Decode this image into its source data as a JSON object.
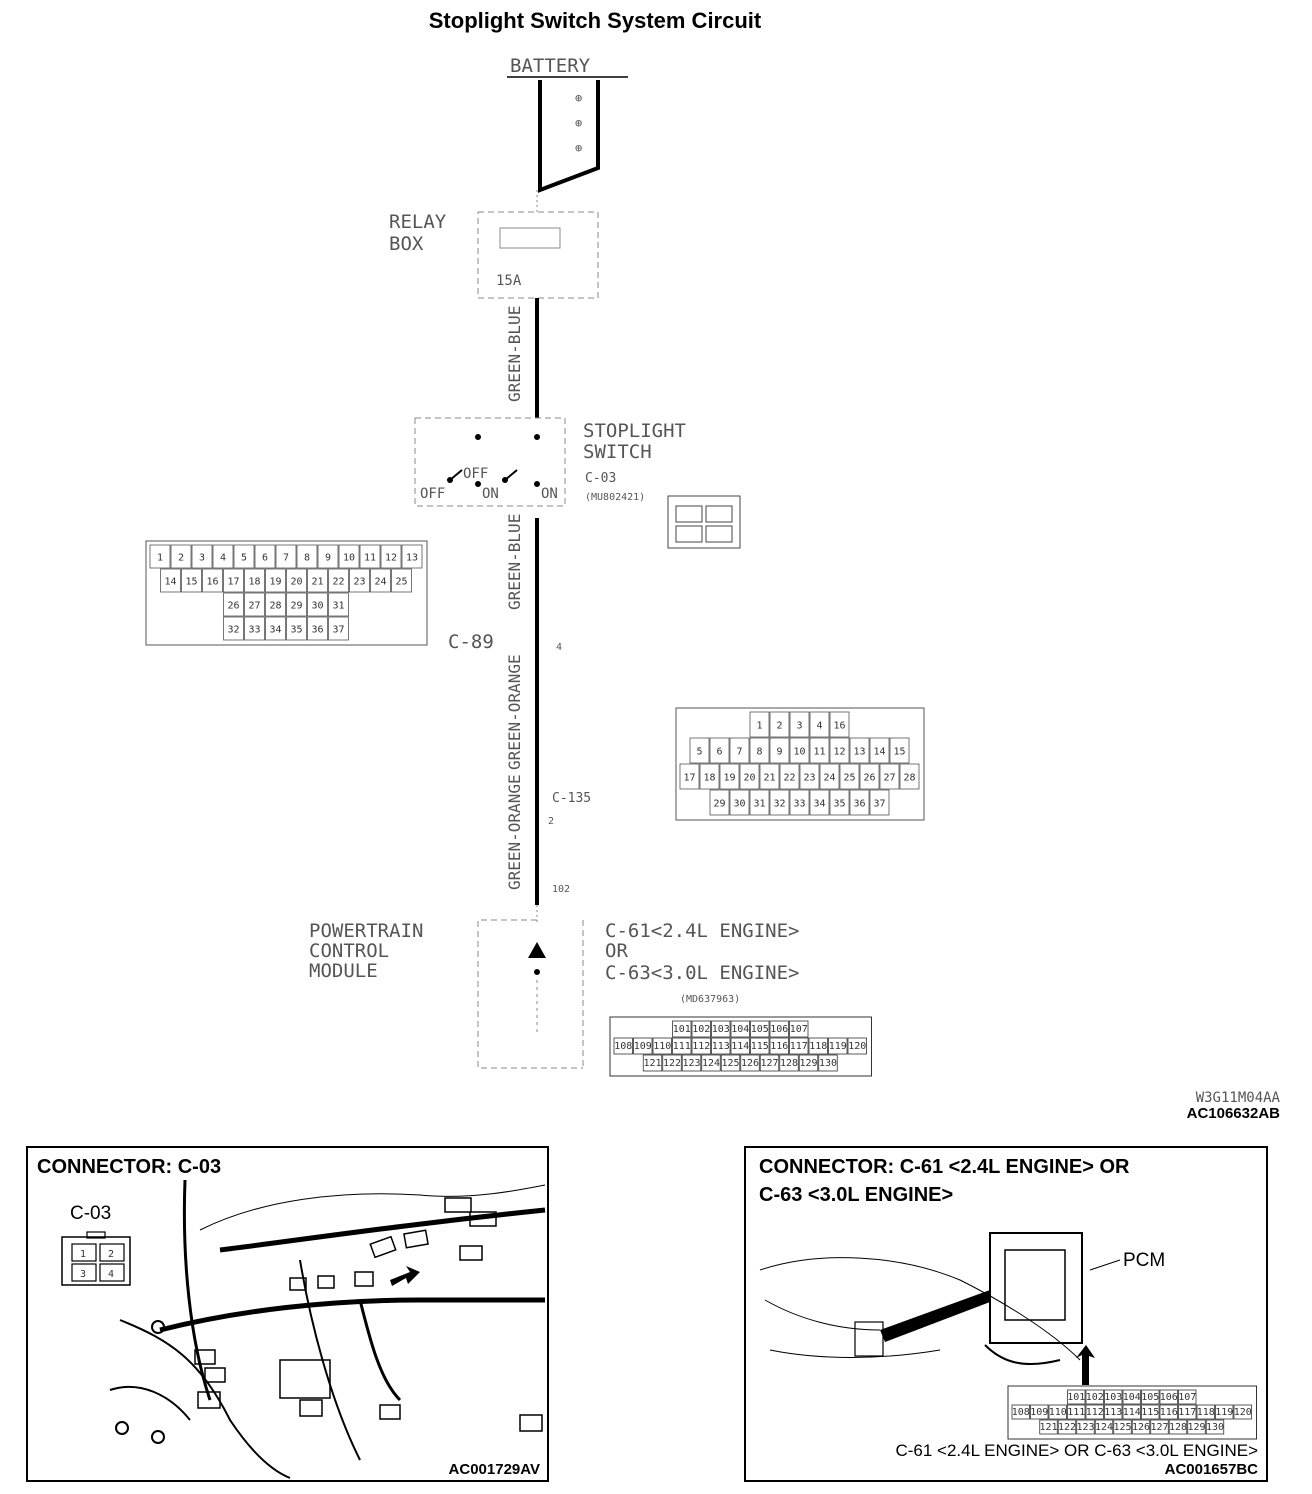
{
  "title": "Stoplight Switch System Circuit",
  "circuit": {
    "battery_label": "BATTERY",
    "relay_box_label": [
      "RELAY",
      "BOX"
    ],
    "stoplight_switch_label": [
      "STOPLIGHT",
      "SWITCH"
    ],
    "switch_states": {
      "off": "OFF",
      "on": "ON"
    },
    "connector_c89": "C-89",
    "pcm_label": [
      "POWERTRAIN",
      "CONTROL",
      "MODULE"
    ],
    "pcm_connector_note": [
      "C-61<2.4L ENGINE>",
      "OR",
      "C-63<3.0L ENGINE>"
    ],
    "diagram_code": "W3G11M04AA",
    "figure_code": "AC106632AB"
  },
  "c89_connector_pins": {
    "row1": [
      "1",
      "2",
      "3",
      "4",
      "5",
      "6",
      "7",
      "8",
      "9",
      "10",
      "11",
      "12",
      "13"
    ],
    "row2": [
      "14",
      "15",
      "16",
      "17",
      "18",
      "19",
      "20",
      "21",
      "22",
      "23",
      "24",
      "25"
    ],
    "row3": [
      "26",
      "27",
      "28",
      "29",
      "30",
      "31"
    ],
    "row4": [
      "32",
      "33",
      "34",
      "35",
      "36",
      "37"
    ]
  },
  "large_connector_pins": {
    "row1": [
      "1",
      "2",
      "3",
      "4",
      "16"
    ],
    "row2": [
      "5",
      "6",
      "7",
      "8",
      "9",
      "10",
      "11",
      "12",
      "13",
      "14",
      "15"
    ],
    "row3": [
      "17",
      "18",
      "19",
      "20",
      "21",
      "22",
      "23",
      "24",
      "25",
      "26",
      "27",
      "28"
    ],
    "row4": [
      "29",
      "30",
      "31",
      "32",
      "33",
      "34",
      "35",
      "36",
      "37"
    ]
  },
  "pcm_connector_pins": {
    "row1": [
      "101",
      "102",
      "103",
      "104",
      "105",
      "106",
      "107"
    ],
    "row2": [
      "108",
      "109",
      "110",
      "111",
      "112",
      "113",
      "114",
      "115",
      "116",
      "117",
      "118",
      "119",
      "120"
    ],
    "row3": [
      "121",
      "122",
      "123",
      "124",
      "125",
      "126",
      "127",
      "128",
      "129",
      "130"
    ]
  },
  "panel_c03": {
    "header": "CONNECTOR: C-03",
    "connector_name": "C-03",
    "pins": [
      "1",
      "2",
      "3",
      "4"
    ],
    "figure_code": "AC001729AV"
  },
  "panel_c61": {
    "header_line1": "CONNECTOR: C-61 <2.4L ENGINE> OR",
    "header_line2": "C-63 <3.0L ENGINE>",
    "pcm": "PCM",
    "caption": "C-61 <2.4L ENGINE> OR C-63 <3.0L ENGINE>",
    "figure_code": "AC001657BC"
  }
}
